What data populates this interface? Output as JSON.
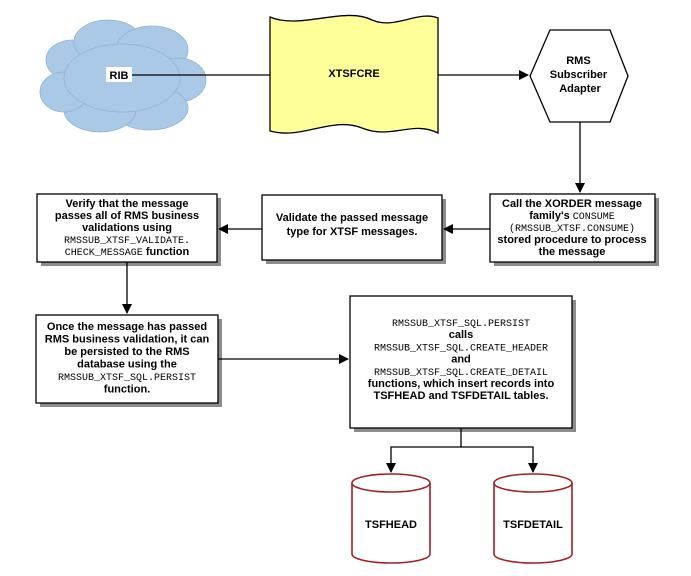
{
  "nodes": {
    "rib": {
      "label": "RIB"
    },
    "xtsfcre": {
      "label": "XTSFCRE"
    },
    "adapter": {
      "lines": [
        "RMS",
        "Subscriber",
        "Adapter"
      ]
    },
    "consume": {
      "lines": [
        [
          {
            "t": "Call the XORDER message",
            "m": false
          }
        ],
        [
          {
            "t": "family's ",
            "m": false
          },
          {
            "t": "CONSUME",
            "m": true
          }
        ],
        [
          {
            "t": "(RMSSUB_XTSF.CONSUME)",
            "m": true
          }
        ],
        [
          {
            "t": "stored procedure to process",
            "m": false
          }
        ],
        [
          {
            "t": "the message",
            "m": false
          }
        ]
      ]
    },
    "validate_type": {
      "lines": [
        [
          {
            "t": "Validate the passed message",
            "m": false
          }
        ],
        [
          {
            "t": "type for XTSF messages.",
            "m": false
          }
        ]
      ]
    },
    "verify": {
      "lines": [
        [
          {
            "t": "Verify that the message",
            "m": false
          }
        ],
        [
          {
            "t": "passes all of RMS business",
            "m": false
          }
        ],
        [
          {
            "t": "validations using",
            "m": false
          }
        ],
        [
          {
            "t": "RMSSUB_XTSF_VALIDATE.",
            "m": true
          }
        ],
        [
          {
            "t": "CHECK_MESSAGE",
            "m": true
          },
          {
            "t": " function",
            "m": false
          }
        ]
      ]
    },
    "persist": {
      "lines": [
        [
          {
            "t": "Once the message has passed",
            "m": false
          }
        ],
        [
          {
            "t": "RMS business validation, it can",
            "m": false
          }
        ],
        [
          {
            "t": "be persisted to the RMS",
            "m": false
          }
        ],
        [
          {
            "t": "database using the",
            "m": false
          }
        ],
        [
          {
            "t": "RMSSUB_XTSF_SQL.PERSIST",
            "m": true
          }
        ],
        [
          {
            "t": "function.",
            "m": false
          }
        ]
      ]
    },
    "persist_calls": {
      "lines": [
        [
          {
            "t": "RMSSUB_XTSF_SQL.PERSIST",
            "m": true
          }
        ],
        [
          {
            "t": "calls",
            "m": false
          }
        ],
        [
          {
            "t": "RMSSUB_XTSF_SQL.CREATE_HEADER",
            "m": true
          }
        ],
        [
          {
            "t": "and",
            "m": false
          }
        ],
        [
          {
            "t": "RMSSUB_XTSF_SQL.CREATE_DETAIL",
            "m": true
          }
        ],
        [
          {
            "t": "functions, which insert records into",
            "m": false
          }
        ],
        [
          {
            "t": "TSFHEAD and TSFDETAIL tables.",
            "m": false
          }
        ]
      ]
    },
    "tsfhead": {
      "label": "TSFHEAD"
    },
    "tsfdetail": {
      "label": "TSFDETAIL"
    }
  },
  "colors": {
    "cloud": "#a9c9e6",
    "cloud_edge": "#8fb2d6",
    "document": "#ffff99",
    "db_stroke": "#a02020",
    "box_fill": "#ffffff",
    "shadow": "#8c8c8c"
  }
}
